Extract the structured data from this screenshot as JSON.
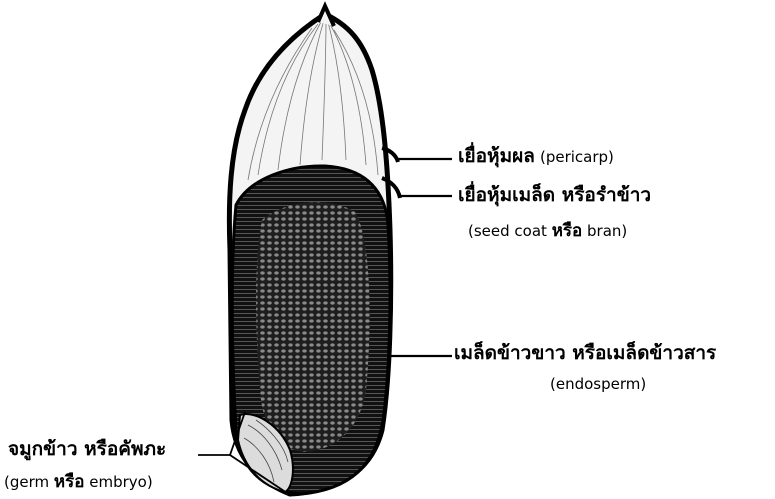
{
  "labels": {
    "pericarp": {
      "thai": "เยื่อหุ้มผล",
      "en": "(pericarp)"
    },
    "seed_coat": {
      "thai": "เยื่อหุ้มเมล็ด หรือรำข้าว",
      "en_open": "(seed coat",
      "or": "หรือ",
      "en_close": "bran)"
    },
    "endosperm": {
      "thai": "เมล็ดข้าวขาว หรือเมล็ดข้าวสาร",
      "en": "(endosperm)"
    },
    "germ": {
      "thai": "จมูกข้าว หรือคัพภะ",
      "en_open": "(germ",
      "or": "หรือ",
      "en_close": "embryo)"
    }
  },
  "colors": {
    "ink": "#000000",
    "hull": "#f2f2f2",
    "kernel": "#2a2a2a"
  }
}
